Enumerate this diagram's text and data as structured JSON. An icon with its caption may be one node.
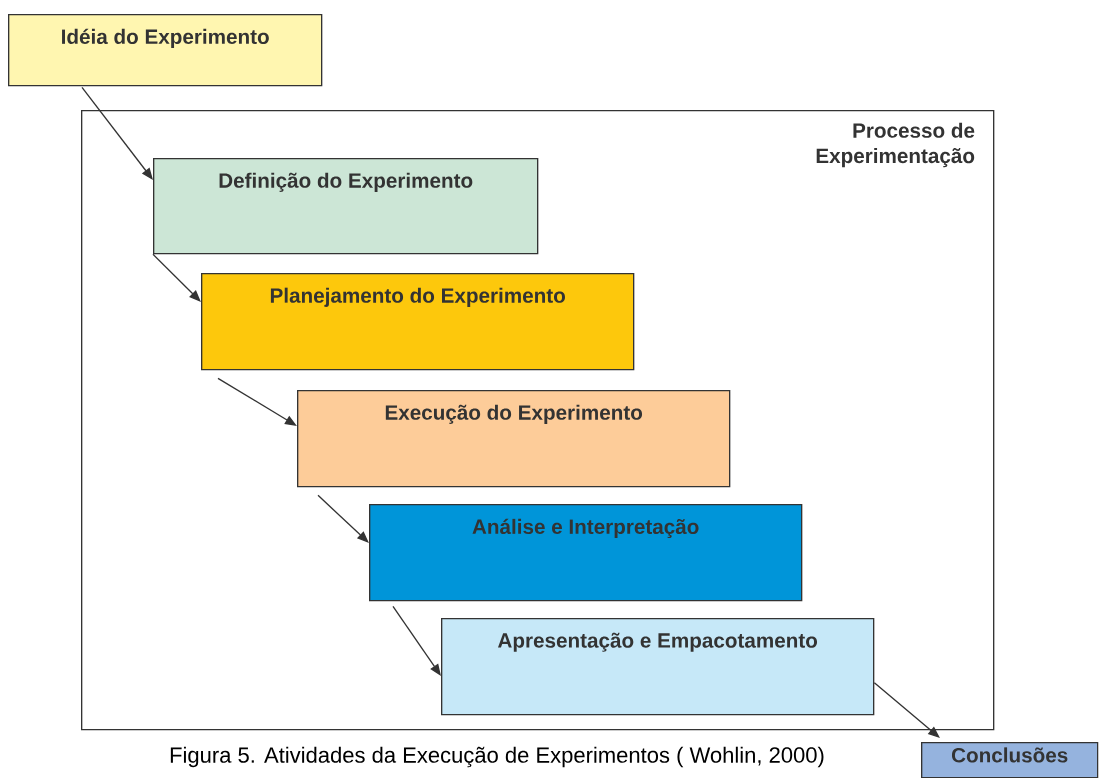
{
  "diagram": {
    "caption": "Figura 5. Atividades da Execução de Experimentos ( Wohlin, 2000)",
    "nodes": [
      {
        "text": [
          "Idéia do Experimento"
        ]
      },
      {
        "text": [
          "Processo de Experimentação"
        ]
      },
      {
        "text": [
          "Definição do Experimento"
        ],
        "in": 1
      },
      {
        "text": [
          "Planejamento do Experimento"
        ],
        "in": 1
      },
      {
        "text": [
          "Execução do Experimento"
        ],
        "in": 1
      },
      {
        "text": [
          "Análise e Interpretação"
        ],
        "in": 1
      },
      {
        "text": [
          "Apresentação e Empacotamento"
        ],
        "in": 1
      },
      {
        "text": [
          "Conclusões"
        ]
      }
    ],
    "edges": [
      {
        "from": 0,
        "to": 2,
        "arrow": "to"
      },
      {
        "from": 2,
        "to": 3,
        "arrow": "to"
      },
      {
        "from": 3,
        "to": 4,
        "arrow": "to"
      },
      {
        "from": 4,
        "to": 5,
        "arrow": "to"
      },
      {
        "from": 5,
        "to": 6,
        "arrow": "to"
      },
      {
        "from": 6,
        "to": 7,
        "arrow": "to"
      }
    ]
  }
}
